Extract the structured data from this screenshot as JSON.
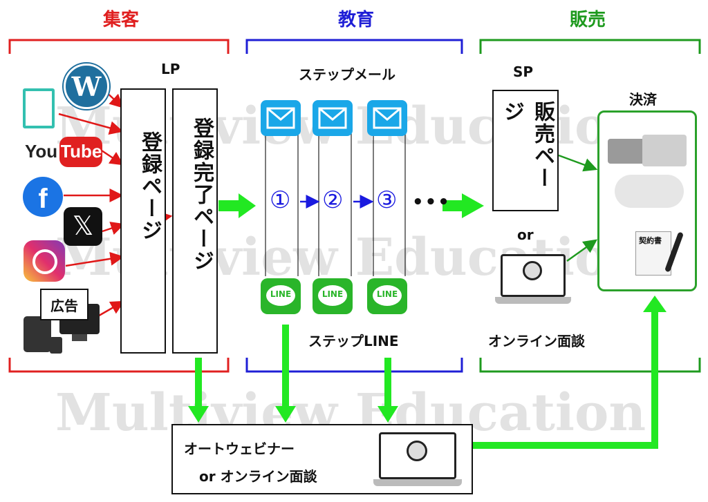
{
  "sections": {
    "attract": {
      "title": "集客",
      "color": "#e02020"
    },
    "educate": {
      "title": "教育",
      "color": "#1f1fd6"
    },
    "sell": {
      "title": "販売",
      "color": "#1e9a1e"
    }
  },
  "lp": {
    "label": "LP",
    "register_page": "登録ページ",
    "register_complete_page": "登録完了ページ"
  },
  "sources": {
    "youtube": "YouTube",
    "ad": "広告"
  },
  "step_mail": {
    "label": "ステップメール"
  },
  "step_line": {
    "label": "ステップLINE",
    "icon_text": "LINE"
  },
  "steps": [
    "①",
    "②",
    "③"
  ],
  "ellipsis": "•••",
  "sp": {
    "label": "SP",
    "sales_page": "販売ページ"
  },
  "or_text": "or",
  "online_meeting": "オンライン面談",
  "payment": {
    "label": "決済",
    "contract_label": "契約書"
  },
  "webinar": {
    "line1": "オートウェビナー",
    "line2": "or オンライン面談"
  },
  "watermark": "Multiview Education",
  "colors": {
    "arrow_green": "#22e822",
    "arrow_red": "#e01818",
    "arrow_blue": "#1a1adf"
  }
}
